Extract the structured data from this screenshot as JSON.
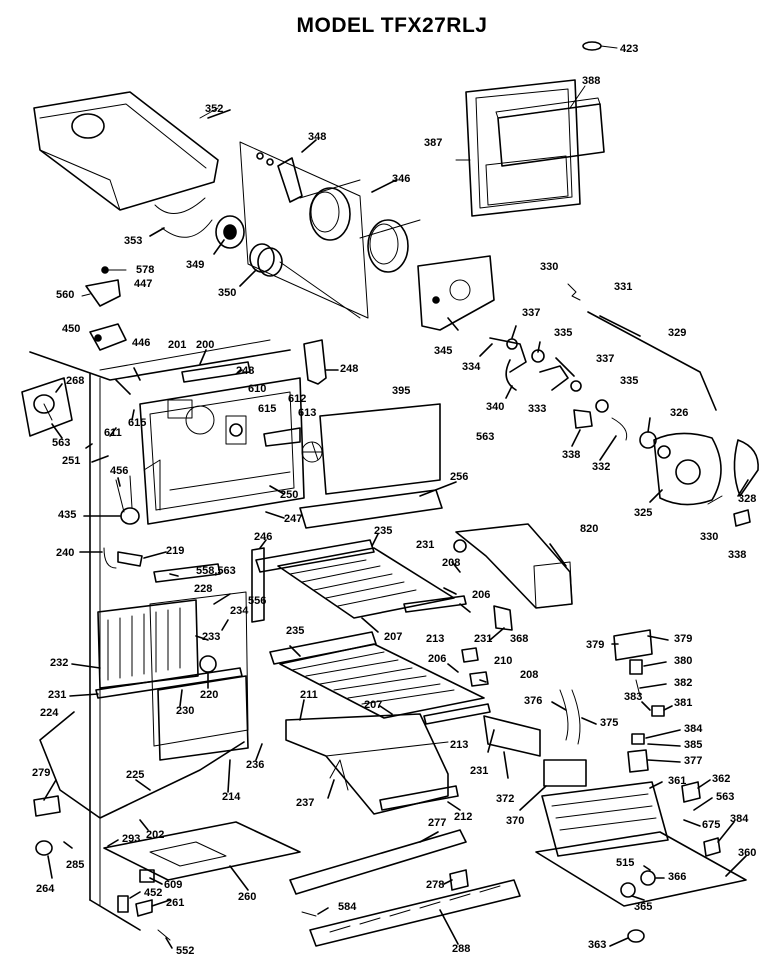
{
  "title": "MODEL TFX27RLJ",
  "labels": {
    "p423": "423",
    "p388": "388",
    "p387": "387",
    "p352": "352",
    "p348": "348",
    "p346": "346",
    "p353": "353",
    "p349": "349",
    "p350": "350",
    "p578": "578",
    "p447": "447",
    "p560": "560",
    "p450": "450",
    "p446": "446",
    "p201": "201",
    "p200": "200",
    "p248a": "248",
    "p248b": "248",
    "p268": "268",
    "p610": "610",
    "p615a": "615",
    "p612": "612",
    "p613": "613",
    "p395": "395",
    "p611": "611",
    "p615b": "615",
    "p563a": "563",
    "p563b": "563",
    "p251": "251",
    "p456": "456",
    "p250": "250",
    "p435": "435",
    "p247": "247",
    "p256": "256",
    "p240": "240",
    "p219": "219",
    "p246": "246",
    "p558": "558,563",
    "p228": "228",
    "p556": "556",
    "p234": "234",
    "p233": "233",
    "p232": "232",
    "p220": "220",
    "p230": "230",
    "p231a": "231",
    "p224": "224",
    "p225": "225",
    "p214": "214",
    "p236": "236",
    "p279": "279",
    "p293": "293",
    "p202": "202",
    "p285": "285",
    "p264": "264",
    "p609": "609",
    "p452": "452",
    "p261": "261",
    "p260": "260",
    "p552": "552",
    "p330a": "330",
    "p331": "331",
    "p329": "329",
    "p345": "345",
    "p337a": "337",
    "p334": "334",
    "p335a": "335",
    "p340": "340",
    "p337b": "337",
    "p333": "333",
    "p335b": "335",
    "p326": "326",
    "p338a": "338",
    "p332": "332",
    "p328": "328",
    "p325": "325",
    "p330b": "330",
    "p338b": "338",
    "p820": "820",
    "p235a": "235",
    "p231b": "231",
    "p208a": "208",
    "p206a": "206",
    "p207a": "207",
    "p213a": "213",
    "p231c": "231",
    "p368": "368",
    "p235b": "235",
    "p206b": "206",
    "p210": "210",
    "p208b": "208",
    "p211": "211",
    "p207b": "207",
    "p213b": "213",
    "p231d": "231",
    "p237": "237",
    "p212": "212",
    "p372": "372",
    "p277": "277",
    "p278": "278",
    "p584": "584",
    "p288": "288",
    "p379a": "379",
    "p379b": "379",
    "p380": "380",
    "p382": "382",
    "p381": "381",
    "p383": "383",
    "p376": "376",
    "p375": "375",
    "p384a": "384",
    "p385": "385",
    "p377": "377",
    "p361": "361",
    "p362": "362",
    "p563c": "563",
    "p370": "370",
    "p675": "675",
    "p384b": "384",
    "p360": "360",
    "p515": "515",
    "p366": "366",
    "p365": "365",
    "p363": "363"
  }
}
